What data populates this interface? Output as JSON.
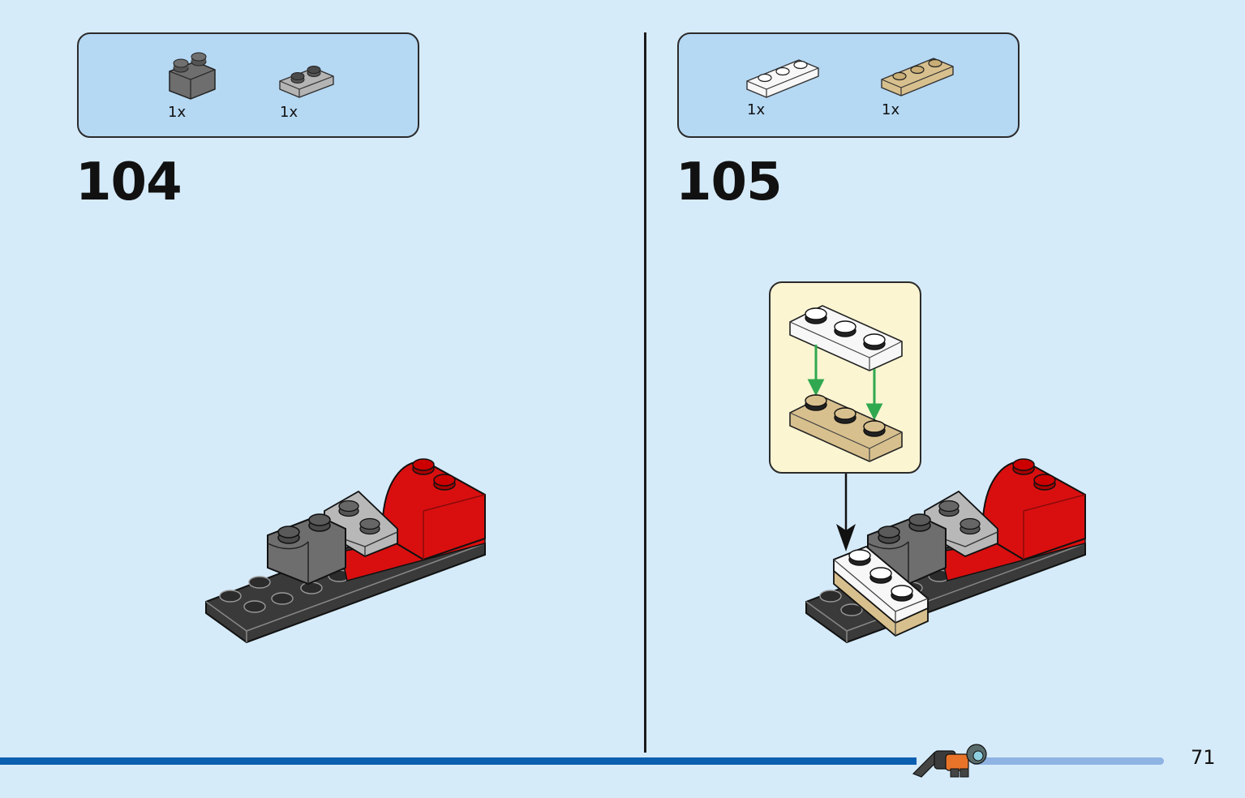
{
  "step_104": {
    "number": "104",
    "parts": [
      {
        "qty": "1x",
        "part": "dark gray 1x2 curved brick",
        "color": "#6e6e6e"
      },
      {
        "qty": "1x",
        "part": "light gray 1x2 plate",
        "color": "#a8a8a8"
      }
    ]
  },
  "step_105": {
    "number": "105",
    "parts": [
      {
        "qty": "1x",
        "part": "white 1x3 plate",
        "color": "#f4f4f4"
      },
      {
        "qty": "1x",
        "part": "tan 1x3 plate",
        "color": "#d8c08e"
      }
    ]
  },
  "page": {
    "number": "71"
  },
  "colors": {
    "background": "#d6ebfa",
    "parts_box": "#b5d8f3",
    "callout": "#fbf5d2",
    "footer_bar": "#0a5fb0",
    "red": "#d90f0f",
    "black_plate": "#3a3a3a",
    "arrow_green": "#2fa84f"
  },
  "icons": {
    "footer_mascot": "jetpack-minifigure-icon",
    "assembly_arrow": "down-arrow-icon",
    "attach_arrows": "green-down-arrow-icon"
  }
}
